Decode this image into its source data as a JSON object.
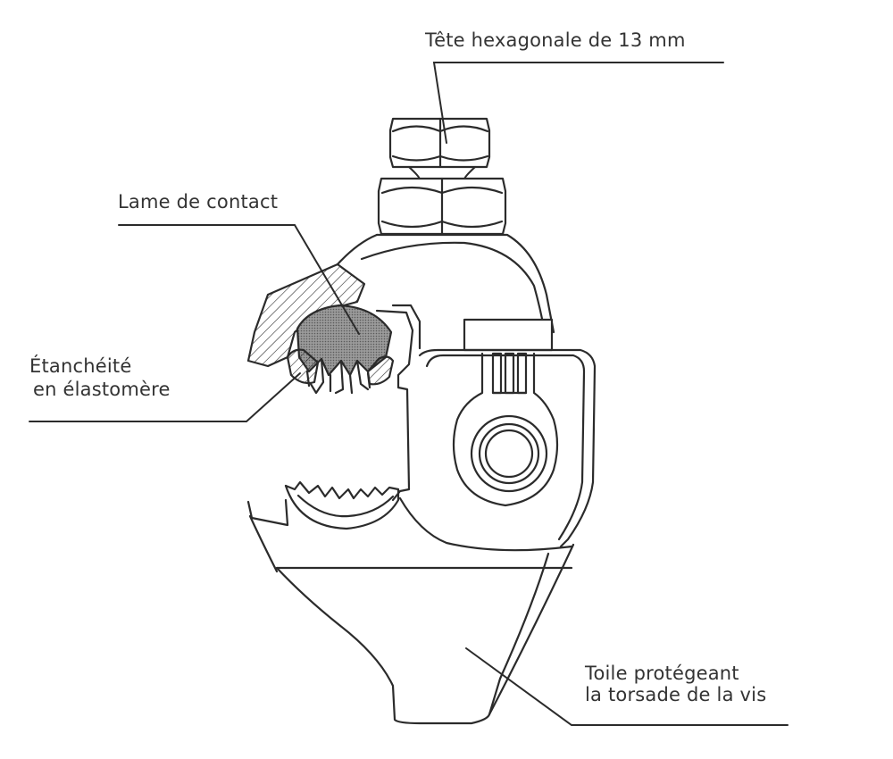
{
  "labels": {
    "hex_head": "Tête hexagonale de 13 mm",
    "contact_blade": "Lame de contact",
    "sealing_line1": "Étanchéité",
    "sealing_line2": "en  élastomère",
    "cover_line1": "Toile protégeant",
    "cover_line2": "la torsade de la vis"
  },
  "colors": {
    "stroke": "#2b2b2b",
    "label_text": "#333333",
    "hatch_fill": "#c8c8c8",
    "background": "#ffffff"
  }
}
